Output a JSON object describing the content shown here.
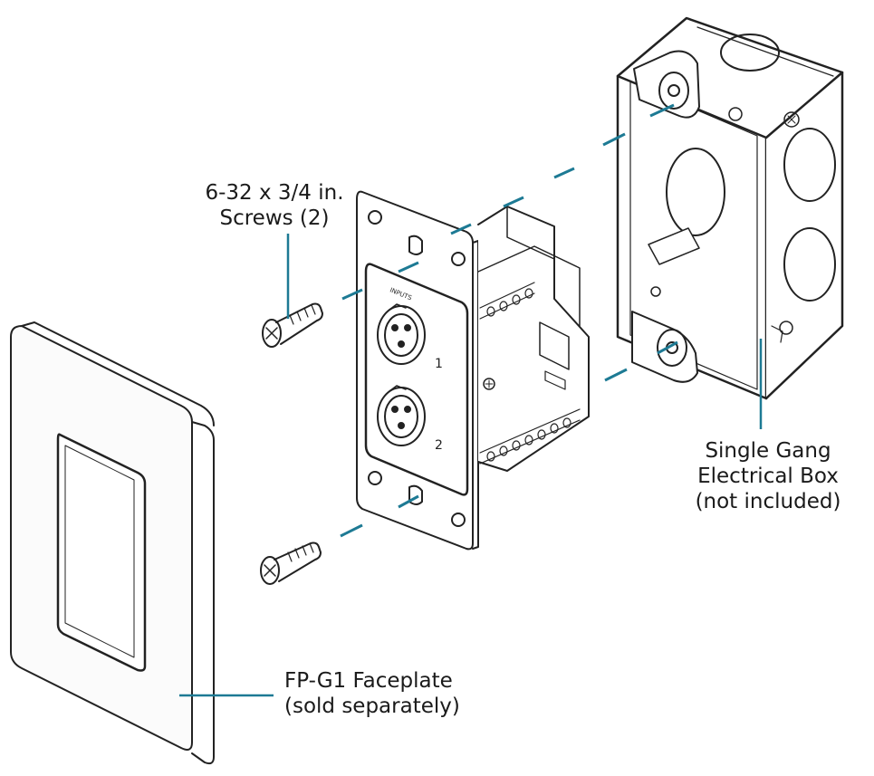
{
  "callouts": {
    "screws": {
      "line1": "6-32 x 3/4 in.",
      "line2": "Screws (2)"
    },
    "box": {
      "line1": "Single Gang",
      "line2": "Electrical Box",
      "line3": "(not included)"
    },
    "faceplate": {
      "line1": "FP-G1 Faceplate",
      "line2": "(sold separately)"
    }
  },
  "device_labels": {
    "port_1": "1",
    "port_2": "2",
    "inputs": "INPUTS"
  },
  "colors": {
    "leader_line": "#1d7a94",
    "outline": "#222222"
  }
}
